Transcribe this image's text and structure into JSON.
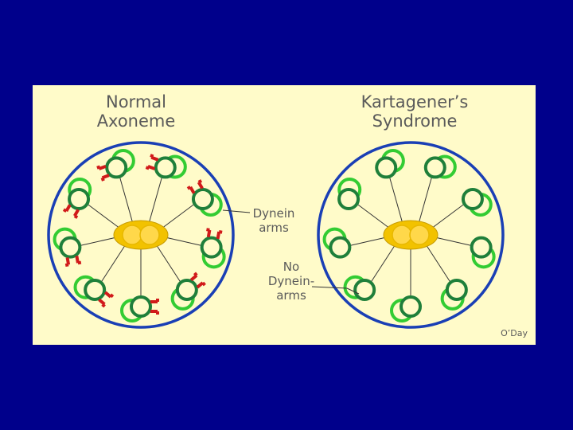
{
  "diagram": {
    "left": {
      "title_line1": "Normal",
      "title_line2": "Axoneme",
      "has_dynein_arms": true
    },
    "right": {
      "title_line1": "Kartagener’s",
      "title_line2": "Syndrome",
      "has_dynein_arms": false
    },
    "labels": {
      "dynein_line1": "Dynein",
      "dynein_line2": "arms",
      "no_dynein_line1": "No",
      "no_dynein_line2": "Dynein-",
      "no_dynein_line3": "arms"
    },
    "credit": "O’Day",
    "colors": {
      "slide_background": "#00008b",
      "panel_background": "#fffbc9",
      "outer_membrane": "#1a3fb5",
      "doublet_a": "#1f7f3a",
      "doublet_b": "#33cc33",
      "dynein_arm": "#d11a1a",
      "central_sheath": "#f2c200",
      "central_microtubule": "#ffd84a",
      "spoke": "#333333"
    }
  }
}
